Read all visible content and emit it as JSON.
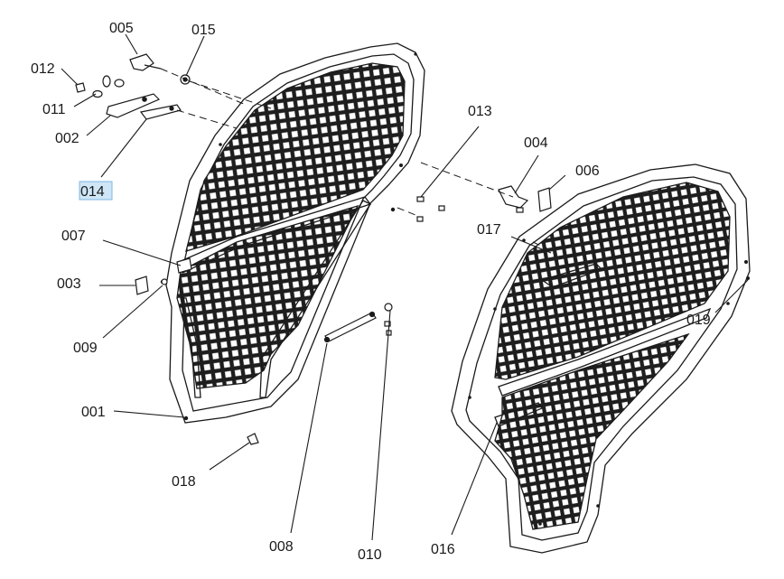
{
  "diagram": {
    "labels": {
      "p001": "001",
      "p002": "002",
      "p003": "003",
      "p004": "004",
      "p005": "005",
      "p006": "006",
      "p007": "007",
      "p008": "008",
      "p009": "009",
      "p010": "010",
      "p011": "011",
      "p012": "012",
      "p013": "013",
      "p014": "014",
      "p015": "015",
      "p016": "016",
      "p017": "017",
      "p018": "018",
      "p019": "019"
    },
    "selected_label": "014",
    "colors": {
      "line": "#1a1a1a",
      "mesh": "#1e1e1e",
      "highlight": "#cfe6f7"
    }
  }
}
